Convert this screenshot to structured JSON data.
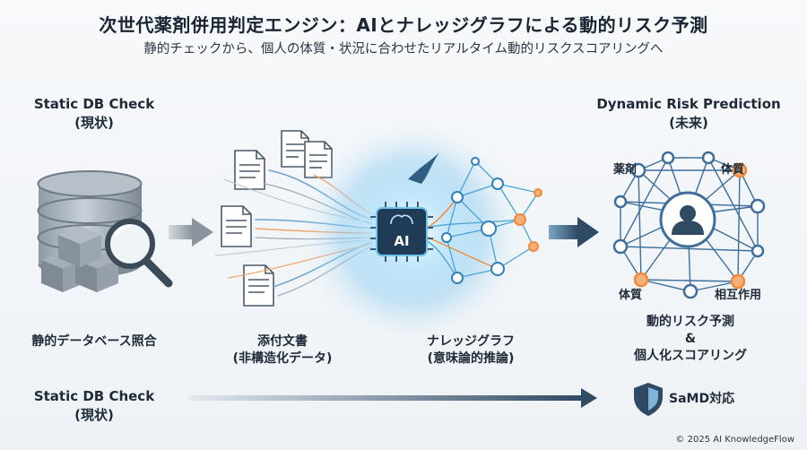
{
  "header": {
    "title": "次世代薬剤併用判定エンジン：AIとナレッジグラフによる動的リスク予測",
    "subtitle": "静的チェックから、個人の体質・状況に合わせたリアルタイム動的リスクスコアリングへ"
  },
  "left": {
    "heading_line1": "Static DB Check",
    "heading_line2": "(現状)",
    "caption": "静的データベース照合"
  },
  "middle": {
    "docs_caption_line1": "添付文書",
    "docs_caption_line2": "(非構造化データ)",
    "chip_label": "AI",
    "graph_caption_line1": "ナレッジグラフ",
    "graph_caption_line2": "(意味論的推論)"
  },
  "right": {
    "heading_line1": "Dynamic Risk Prediction",
    "heading_line2": "(未来)",
    "node_drug": "薬剤",
    "node_constitution_top": "体質",
    "node_constitution_bottom": "体質",
    "node_interaction": "相互作用",
    "caption_line1": "動的リスク予測",
    "caption_line2": "&",
    "caption_line3": "個人化スコアリング"
  },
  "bottom": {
    "label_line1": "Static DB Check",
    "label_line2": "(現状)",
    "badge_label": "SaMD対応"
  },
  "footer": {
    "copyright": "© 2025 AI KnowledgeFlow"
  },
  "colors": {
    "navy": "#2f4a63",
    "accent_orange": "#f08a3c",
    "glow_blue": "#4fb3e8",
    "node_blue": "#3d6e9c"
  }
}
